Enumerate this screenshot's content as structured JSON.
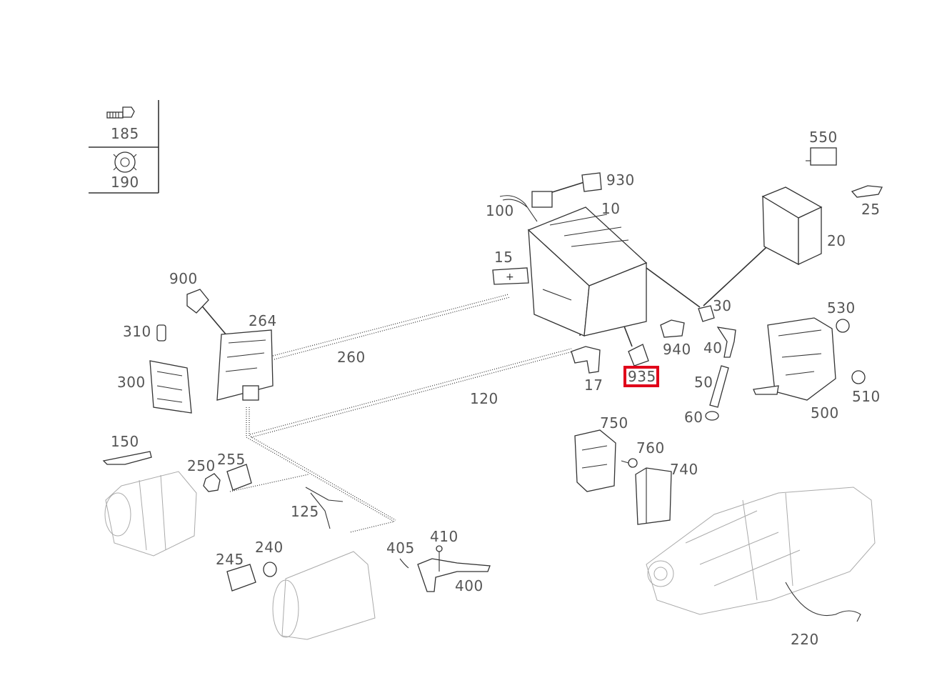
{
  "diagram": {
    "highlight_color": "#e0001a",
    "selected_part": "935",
    "legend": [
      {
        "id": "185",
        "icon": "screw-icon"
      },
      {
        "id": "190",
        "icon": "nut-icon"
      }
    ],
    "parts": [
      {
        "id": "550",
        "label": "550"
      },
      {
        "id": "930",
        "label": "930"
      },
      {
        "id": "100",
        "label": "100"
      },
      {
        "id": "10",
        "label": "10"
      },
      {
        "id": "25",
        "label": "25"
      },
      {
        "id": "20",
        "label": "20"
      },
      {
        "id": "15",
        "label": "15"
      },
      {
        "id": "900",
        "label": "900"
      },
      {
        "id": "264",
        "label": "264"
      },
      {
        "id": "30",
        "label": "30"
      },
      {
        "id": "530",
        "label": "530"
      },
      {
        "id": "310",
        "label": "310"
      },
      {
        "id": "940",
        "label": "940"
      },
      {
        "id": "40",
        "label": "40"
      },
      {
        "id": "260",
        "label": "260"
      },
      {
        "id": "935",
        "label": "935"
      },
      {
        "id": "300",
        "label": "300"
      },
      {
        "id": "17",
        "label": "17"
      },
      {
        "id": "50",
        "label": "50"
      },
      {
        "id": "510",
        "label": "510"
      },
      {
        "id": "120",
        "label": "120"
      },
      {
        "id": "60",
        "label": "60"
      },
      {
        "id": "500",
        "label": "500"
      },
      {
        "id": "750",
        "label": "750"
      },
      {
        "id": "150",
        "label": "150"
      },
      {
        "id": "760",
        "label": "760"
      },
      {
        "id": "250",
        "label": "250"
      },
      {
        "id": "255",
        "label": "255"
      },
      {
        "id": "740",
        "label": "740"
      },
      {
        "id": "125",
        "label": "125"
      },
      {
        "id": "410",
        "label": "410"
      },
      {
        "id": "405",
        "label": "405"
      },
      {
        "id": "245",
        "label": "245"
      },
      {
        "id": "240",
        "label": "240"
      },
      {
        "id": "400",
        "label": "400"
      },
      {
        "id": "220",
        "label": "220"
      }
    ]
  }
}
